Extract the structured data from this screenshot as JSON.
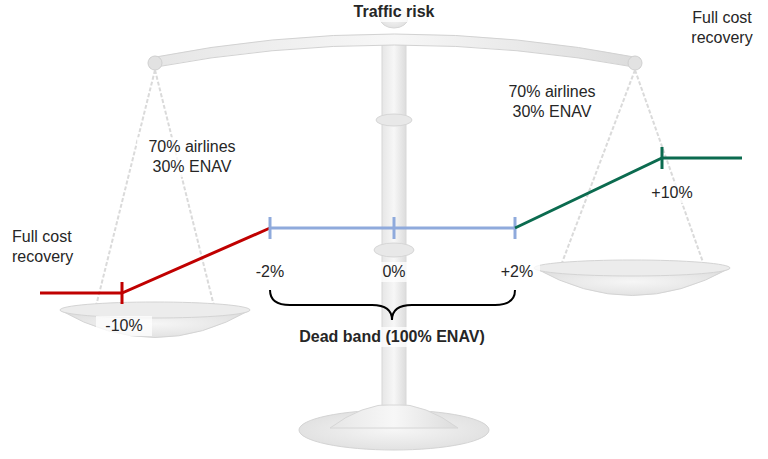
{
  "diagram": {
    "labels": [
      "Traffic risk",
      "Full cost recovery",
      "70% airlines 30% ENAV",
      "-10%",
      "-2%",
      "0%",
      "+2%",
      "70% airlines 30% ENAV",
      "Full cost recovery",
      "+10%",
      "Dead band (100% ENAV)"
    ]
  }
}
